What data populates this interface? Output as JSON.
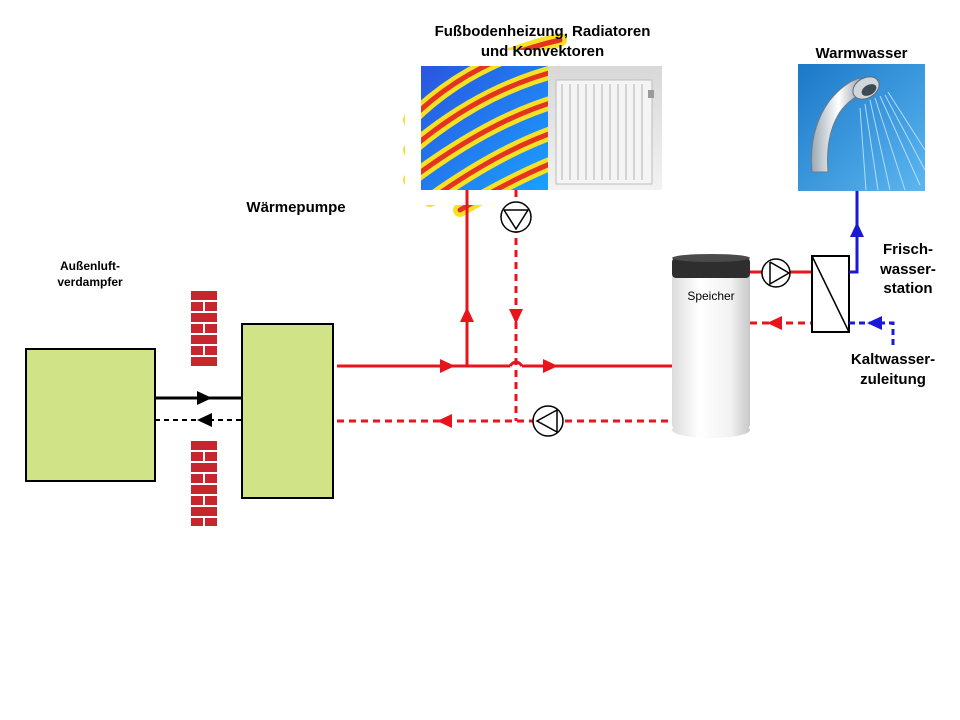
{
  "labels": {
    "floor_heating_line1": "Fußbodenheizung, Radiatoren",
    "floor_heating_line2": "und Konvektoren",
    "warm_water": "Warmwasser",
    "heat_pump": "Wärmepumpe",
    "evaporator_line1": "Außenluft-",
    "evaporator_line2": "verdampfer",
    "storage": "Speicher",
    "fresh_water_line1": "Frisch-",
    "fresh_water_line2": "wasser-",
    "fresh_water_line3": "station",
    "cold_water_line1": "Kaltwasser-",
    "cold_water_line2": "zuleitung"
  },
  "colors": {
    "supply_red": "#e8141b",
    "blue": "#1a1ad6",
    "unit_green": "#d0e487",
    "brick": "#c8262e"
  }
}
